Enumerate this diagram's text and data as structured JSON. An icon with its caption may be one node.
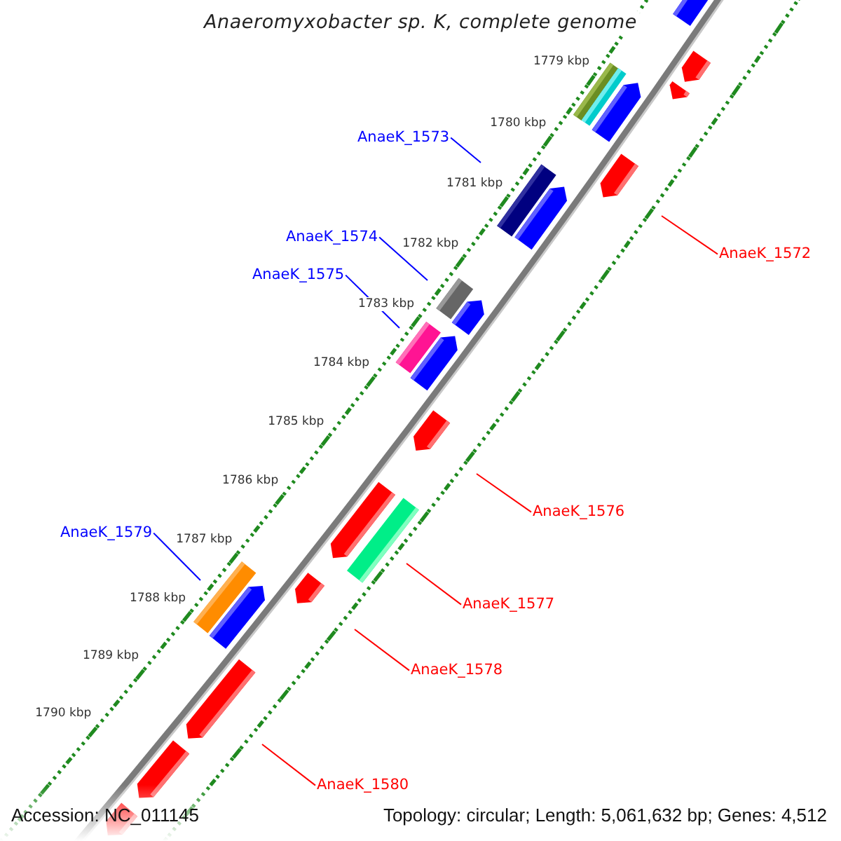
{
  "diagram": {
    "title": "Anaeromyxobacter sp. K, complete genome",
    "nodes": [
      {
        "text": [
          "AnaeK_1573"
        ]
      },
      {
        "text": [
          "AnaeK_1574"
        ]
      },
      {
        "text": [
          "AnaeK_1572"
        ]
      },
      {
        "text": [
          "AnaeK_1575"
        ]
      },
      {
        "text": [
          "AnaeK_1576"
        ]
      },
      {
        "text": [
          "AnaeK_1579"
        ]
      },
      {
        "text": [
          "AnaeK_1577"
        ]
      },
      {
        "text": [
          "AnaeK_1578"
        ]
      },
      {
        "text": [
          "AnaeK_1580"
        ]
      }
    ],
    "edges": [
      {
        "from": 0,
        "to": null,
        "arrow": "none",
        "color": "#0000ff"
      },
      {
        "from": 1,
        "to": null,
        "arrow": "none",
        "color": "#0000ff"
      },
      {
        "from": 2,
        "to": null,
        "arrow": "none"
      },
      {
        "from": 3,
        "to": null,
        "arrow": "none",
        "color": "#0000ff"
      },
      {
        "from": 4,
        "to": null,
        "arrow": "none"
      },
      {
        "from": 5,
        "to": null,
        "arrow": "none",
        "color": "#0000ff"
      },
      {
        "from": 6,
        "to": null,
        "arrow": "none"
      },
      {
        "from": 7,
        "to": null,
        "arrow": "none"
      },
      {
        "from": 8,
        "to": null,
        "arrow": "none"
      }
    ],
    "labels": [
      "1779 kbp",
      "1780 kbp",
      "1781 kbp",
      "1782 kbp",
      "1783 kbp",
      "1784 kbp",
      "1785 kbp",
      "1786 kbp",
      "1787 kbp",
      "1788 kbp",
      "1789 kbp",
      "1790 kbp",
      "Accession: NC_011145",
      "Topology: circular; Length: 5,061,632 bp; Genes: 4,512"
    ]
  }
}
